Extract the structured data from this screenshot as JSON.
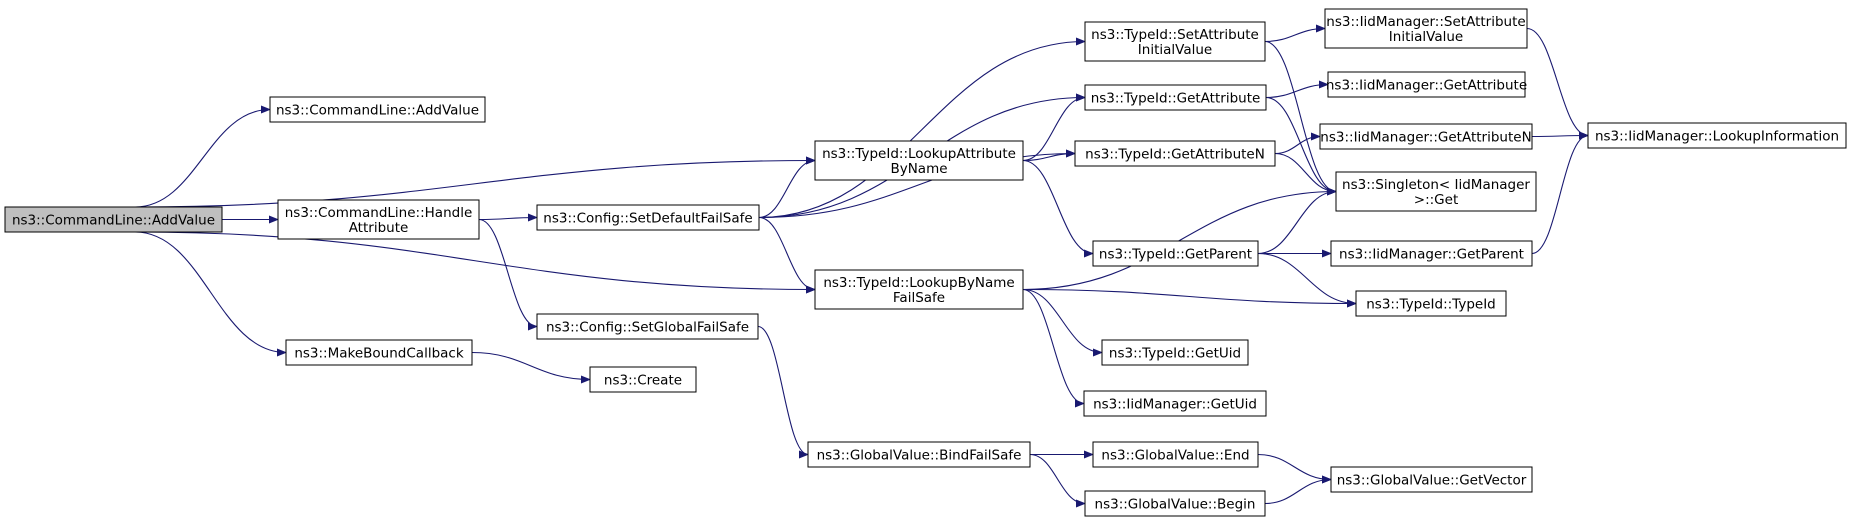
{
  "diagram": {
    "nodes": [
      {
        "id": "cl_addvalue_root",
        "lines": [
          "ns3::CommandLine::AddValue"
        ],
        "root": true
      },
      {
        "id": "cl_addvalue",
        "lines": [
          "ns3::CommandLine::AddValue"
        ]
      },
      {
        "id": "cl_handle",
        "lines": [
          "ns3::CommandLine::Handle",
          "Attribute"
        ]
      },
      {
        "id": "makebound",
        "lines": [
          "ns3::MakeBoundCallback"
        ]
      },
      {
        "id": "create",
        "lines": [
          "ns3::Create"
        ]
      },
      {
        "id": "setdefault",
        "lines": [
          "ns3::Config::SetDefaultFailSafe"
        ]
      },
      {
        "id": "setglobal",
        "lines": [
          "ns3::Config::SetGlobalFailSafe"
        ]
      },
      {
        "id": "lookupattr",
        "lines": [
          "ns3::TypeId::LookupAttribute",
          "ByName"
        ]
      },
      {
        "id": "lookupbyname",
        "lines": [
          "ns3::TypeId::LookupByName",
          "FailSafe"
        ]
      },
      {
        "id": "bindfailsafe",
        "lines": [
          "ns3::GlobalValue::BindFailSafe"
        ]
      },
      {
        "id": "setattrinit",
        "lines": [
          "ns3::TypeId::SetAttribute",
          "InitialValue"
        ]
      },
      {
        "id": "getattr",
        "lines": [
          "ns3::TypeId::GetAttribute"
        ]
      },
      {
        "id": "getattrn",
        "lines": [
          "ns3::TypeId::GetAttributeN"
        ]
      },
      {
        "id": "getparent",
        "lines": [
          "ns3::TypeId::GetParent"
        ]
      },
      {
        "id": "getuid",
        "lines": [
          "ns3::TypeId::GetUid"
        ]
      },
      {
        "id": "iid_getuid",
        "lines": [
          "ns3::IidManager::GetUid"
        ]
      },
      {
        "id": "gv_end",
        "lines": [
          "ns3::GlobalValue::End"
        ]
      },
      {
        "id": "gv_begin",
        "lines": [
          "ns3::GlobalValue::Begin"
        ]
      },
      {
        "id": "iid_setattrinit",
        "lines": [
          "ns3::IidManager::SetAttribute",
          "InitialValue"
        ]
      },
      {
        "id": "iid_getattr",
        "lines": [
          "ns3::IidManager::GetAttribute"
        ]
      },
      {
        "id": "iid_getattrn",
        "lines": [
          "ns3::IidManager::GetAttributeN"
        ]
      },
      {
        "id": "singleton",
        "lines": [
          "ns3::Singleton< IidManager",
          " >::Get"
        ]
      },
      {
        "id": "iid_getparent",
        "lines": [
          "ns3::IidManager::GetParent"
        ]
      },
      {
        "id": "typeid_ctor",
        "lines": [
          "ns3::TypeId::TypeId"
        ]
      },
      {
        "id": "gv_getvector",
        "lines": [
          "ns3::GlobalValue::GetVector"
        ]
      },
      {
        "id": "iid_lookupinfo",
        "lines": [
          "ns3::IidManager::LookupInformation"
        ]
      }
    ],
    "edges": [
      [
        "cl_addvalue_root",
        "cl_addvalue"
      ],
      [
        "cl_addvalue_root",
        "lookupattr"
      ],
      [
        "cl_addvalue_root",
        "cl_handle"
      ],
      [
        "cl_addvalue_root",
        "lookupbyname"
      ],
      [
        "cl_addvalue_root",
        "makebound"
      ],
      [
        "cl_handle",
        "setdefault"
      ],
      [
        "cl_handle",
        "setglobal"
      ],
      [
        "makebound",
        "create"
      ],
      [
        "setdefault",
        "setattrinit"
      ],
      [
        "setdefault",
        "getattr"
      ],
      [
        "setdefault",
        "lookupattr"
      ],
      [
        "setdefault",
        "getattrn"
      ],
      [
        "setdefault",
        "lookupbyname"
      ],
      [
        "setglobal",
        "bindfailsafe"
      ],
      [
        "lookupattr",
        "getattr"
      ],
      [
        "lookupattr",
        "getattrn"
      ],
      [
        "lookupattr",
        "getparent"
      ],
      [
        "lookupbyname",
        "singleton"
      ],
      [
        "lookupbyname",
        "typeid_ctor"
      ],
      [
        "lookupbyname",
        "getuid"
      ],
      [
        "lookupbyname",
        "iid_getuid"
      ],
      [
        "bindfailsafe",
        "gv_end"
      ],
      [
        "bindfailsafe",
        "gv_begin"
      ],
      [
        "setattrinit",
        "iid_setattrinit"
      ],
      [
        "setattrinit",
        "singleton"
      ],
      [
        "getattr",
        "iid_getattr"
      ],
      [
        "getattr",
        "singleton"
      ],
      [
        "getattrn",
        "iid_getattrn"
      ],
      [
        "getattrn",
        "singleton"
      ],
      [
        "getparent",
        "singleton"
      ],
      [
        "getparent",
        "iid_getparent"
      ],
      [
        "getparent",
        "typeid_ctor"
      ],
      [
        "gv_end",
        "gv_getvector"
      ],
      [
        "gv_begin",
        "gv_getvector"
      ],
      [
        "iid_setattrinit",
        "iid_lookupinfo"
      ],
      [
        "iid_getattrn",
        "iid_lookupinfo"
      ],
      [
        "iid_getparent",
        "iid_lookupinfo"
      ]
    ]
  }
}
